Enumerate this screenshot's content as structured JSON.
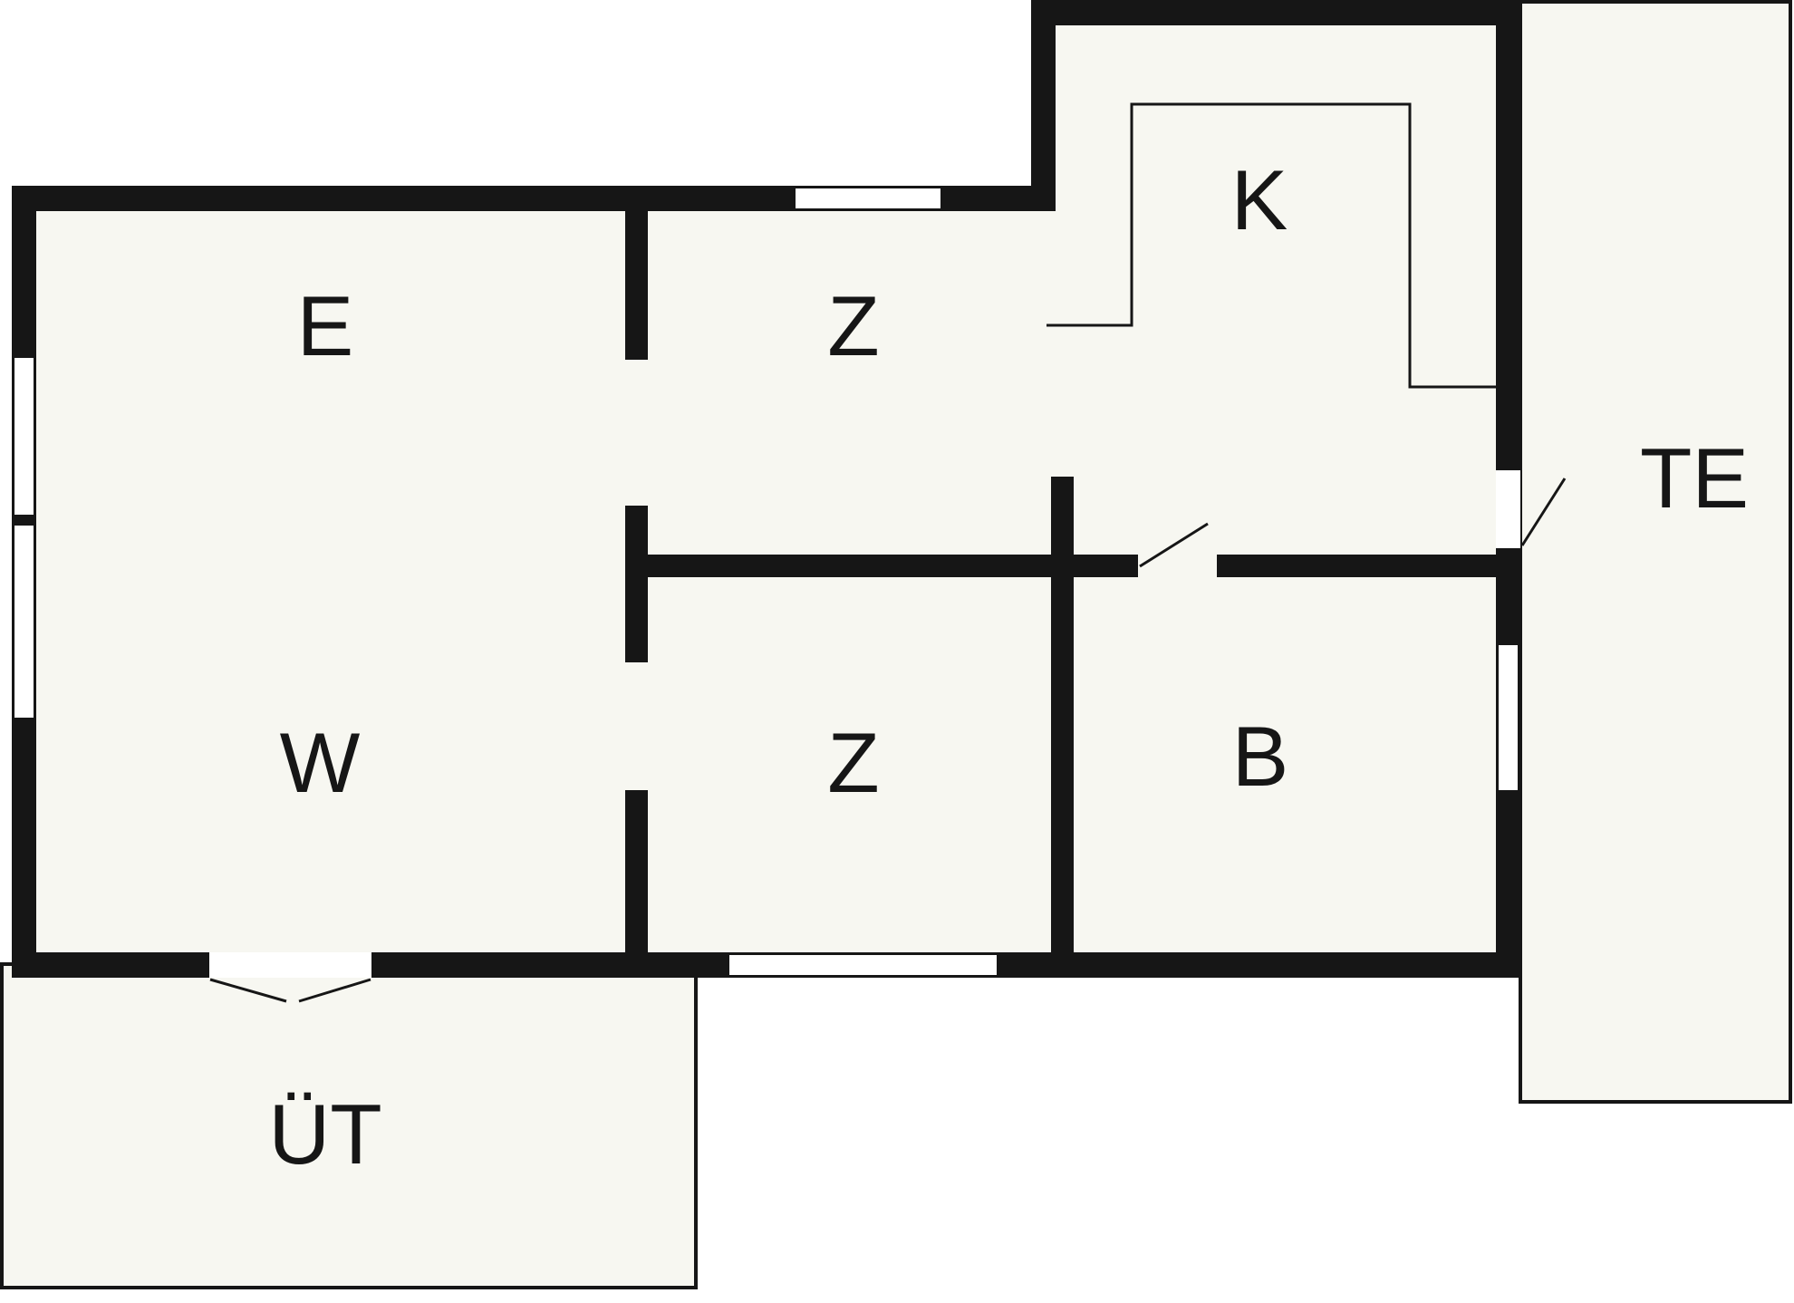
{
  "floorplan": {
    "colors": {
      "background": "#ffffff",
      "floor": "#f7f7f1",
      "wall": "#161616",
      "line": "#161616"
    },
    "rooms": [
      {
        "id": "e",
        "label": "E"
      },
      {
        "id": "z-top",
        "label": "Z"
      },
      {
        "id": "k",
        "label": "K"
      },
      {
        "id": "te",
        "label": "TE"
      },
      {
        "id": "w",
        "label": "W"
      },
      {
        "id": "z-bottom",
        "label": "Z"
      },
      {
        "id": "b",
        "label": "B"
      },
      {
        "id": "ut",
        "label": "ÜT"
      }
    ]
  }
}
